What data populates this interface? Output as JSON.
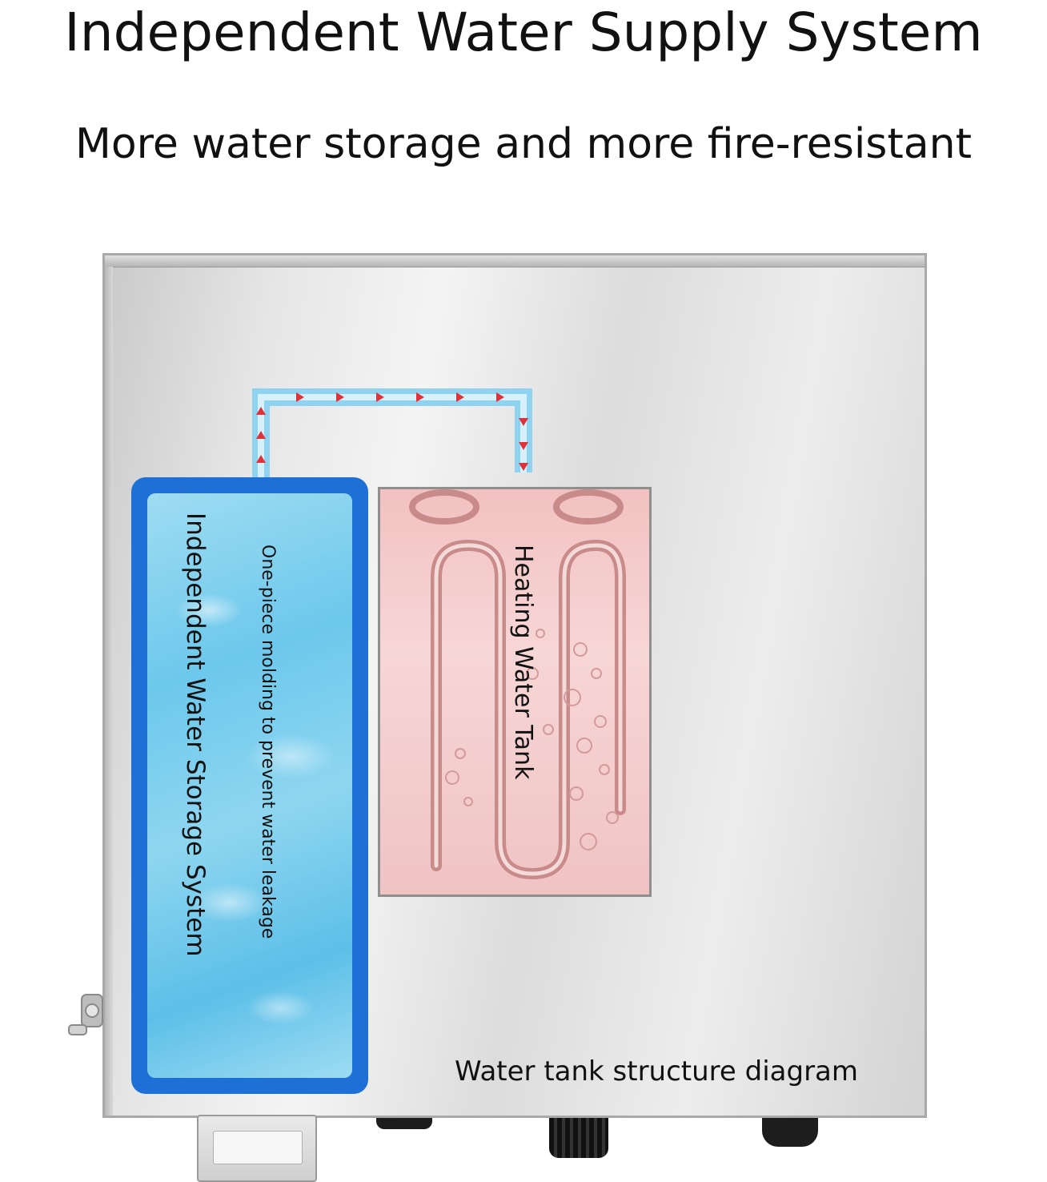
{
  "title": "Independent Water Supply System",
  "subtitle": "More water storage and more fire-resistant",
  "diagram": {
    "storage_label": "Independent Water Storage System",
    "storage_note": "One-piece molding to prevent water leakage",
    "heating_label": "Heating Water Tank",
    "caption": "Water tank structure diagram"
  },
  "colors": {
    "storage_border": "#1e6fd6",
    "water": "#6cc8ec",
    "heating_tank": "#f2c1c1",
    "flow_arrow": "#e0323a"
  }
}
